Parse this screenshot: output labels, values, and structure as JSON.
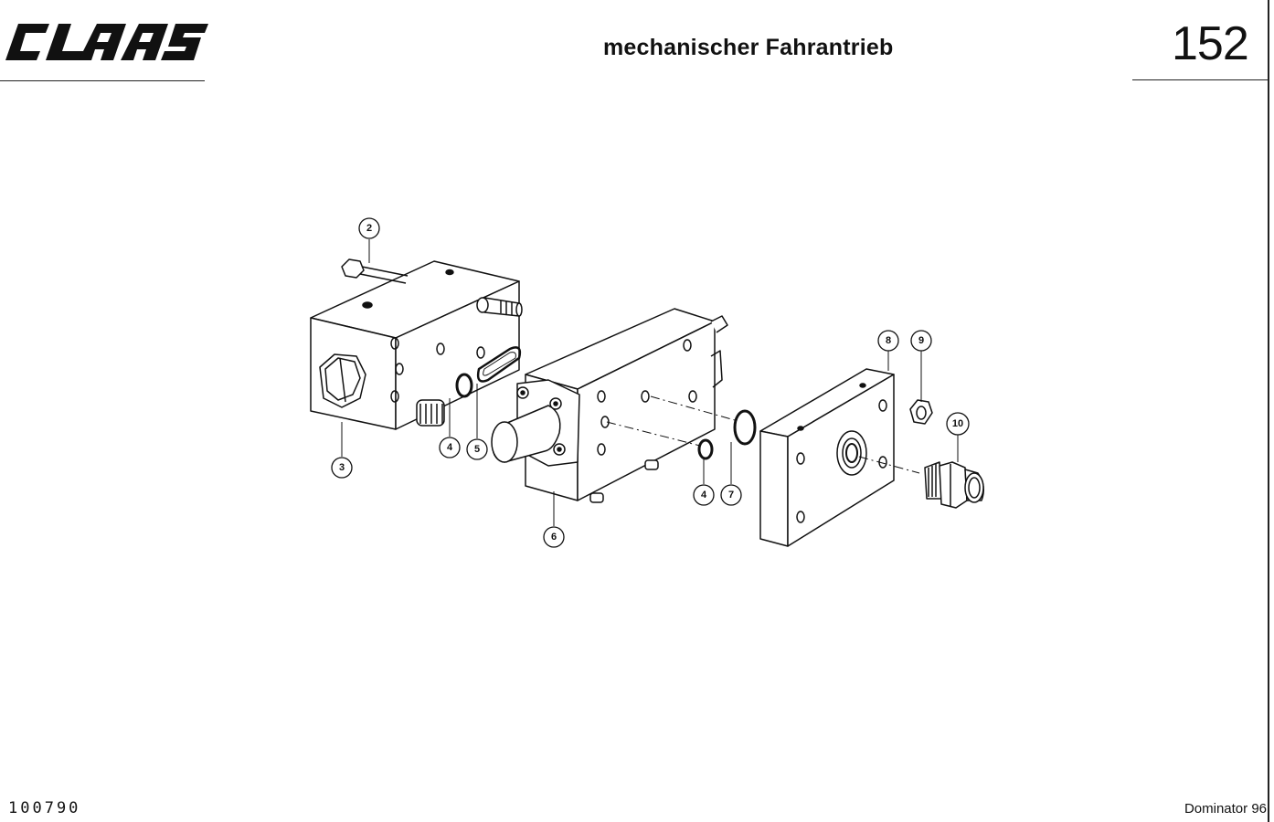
{
  "header": {
    "logo_text": "CLAAS",
    "title": "mechanischer Fahrantrieb",
    "page_number": "152"
  },
  "footer": {
    "doc_code": "100790",
    "model": "Dominator 96"
  },
  "callouts": [
    "2",
    "3",
    "4",
    "5",
    "6",
    "4",
    "7",
    "8",
    "9",
    "10"
  ],
  "colors": {
    "ink": "#111111",
    "paper": "#ffffff"
  }
}
